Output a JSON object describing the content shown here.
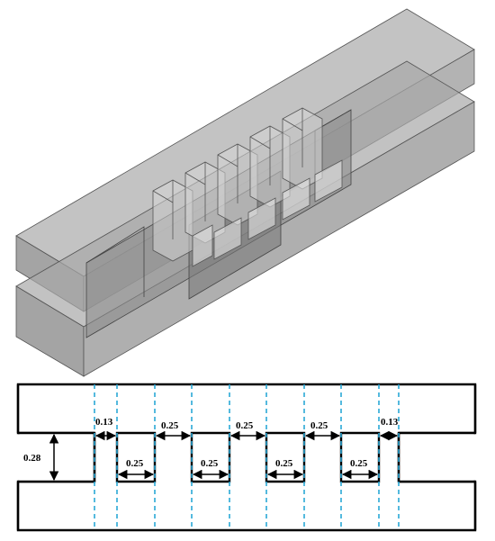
{
  "dimensions": {
    "ridge_gap": "0.13",
    "slot_width": "0.25",
    "ridge_width": "0.25",
    "gap_height": "0.28"
  },
  "colors": {
    "solid_fill": "#a3a3a3",
    "solid_edge": "#555555",
    "outline": "#000000",
    "guide_lines": "#2aa8d6"
  }
}
